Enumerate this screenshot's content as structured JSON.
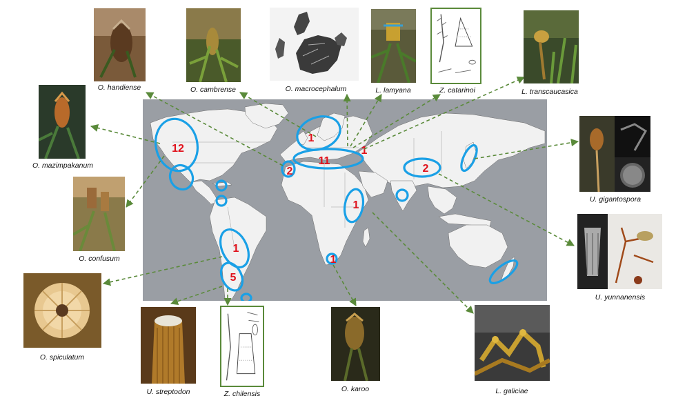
{
  "species": [
    {
      "id": "o-handiense",
      "name": "O. handiense",
      "count": ""
    },
    {
      "id": "o-cambrense",
      "name": "O. cambrense",
      "count": ""
    },
    {
      "id": "o-macrocephalum",
      "name": "O. macrocephalum",
      "count": ""
    },
    {
      "id": "l-lamyana",
      "name": "L. lamyana",
      "count": ""
    },
    {
      "id": "z-catarinoi",
      "name": "Z. catarinoi",
      "count": ""
    },
    {
      "id": "l-transcaucasica",
      "name": "L. transcaucasica",
      "count": ""
    },
    {
      "id": "o-mazimpakanum",
      "name": "O. mazimpakanum",
      "count": ""
    },
    {
      "id": "o-confusum",
      "name": "O. confusum",
      "count": ""
    },
    {
      "id": "o-spiculatum",
      "name": "O. spiculatum",
      "count": ""
    },
    {
      "id": "u-streptodon",
      "name": "U. streptodon",
      "count": ""
    },
    {
      "id": "z-chilensis",
      "name": "Z. chilensis",
      "count": ""
    },
    {
      "id": "o-karoo",
      "name": "O. karoo",
      "count": ""
    },
    {
      "id": "l-galiciae",
      "name": "L. galiciae",
      "count": ""
    },
    {
      "id": "u-gigantospora",
      "name": "U. gigantospora",
      "count": ""
    },
    {
      "id": "u-yunnanensis",
      "name": "U. yunnanensis",
      "count": ""
    }
  ],
  "regions": [
    {
      "id": "western-north-america",
      "count": "12"
    },
    {
      "id": "northern-europe",
      "count": "1"
    },
    {
      "id": "iberia",
      "count": "2"
    },
    {
      "id": "mediterranean",
      "count": "11"
    },
    {
      "id": "caucasus",
      "count": "1"
    },
    {
      "id": "china",
      "count": "2"
    },
    {
      "id": "east-africa",
      "count": "1"
    },
    {
      "id": "central-andes",
      "count": "1"
    },
    {
      "id": "southern-andes",
      "count": "5"
    },
    {
      "id": "south-africa",
      "count": "1"
    },
    {
      "id": "mexico",
      "count": ""
    },
    {
      "id": "caribbean",
      "count": ""
    },
    {
      "id": "venezuela",
      "count": ""
    },
    {
      "id": "patagonia",
      "count": ""
    },
    {
      "id": "sri-lanka",
      "count": ""
    },
    {
      "id": "japan",
      "count": ""
    },
    {
      "id": "new-zealand",
      "count": ""
    }
  ],
  "colors": {
    "map_ocean": "#9a9ea4",
    "land": "#f2f2f2",
    "ellipse": "#1aa0e6",
    "count": "#e0111b",
    "arrow": "#5a8a3a"
  }
}
